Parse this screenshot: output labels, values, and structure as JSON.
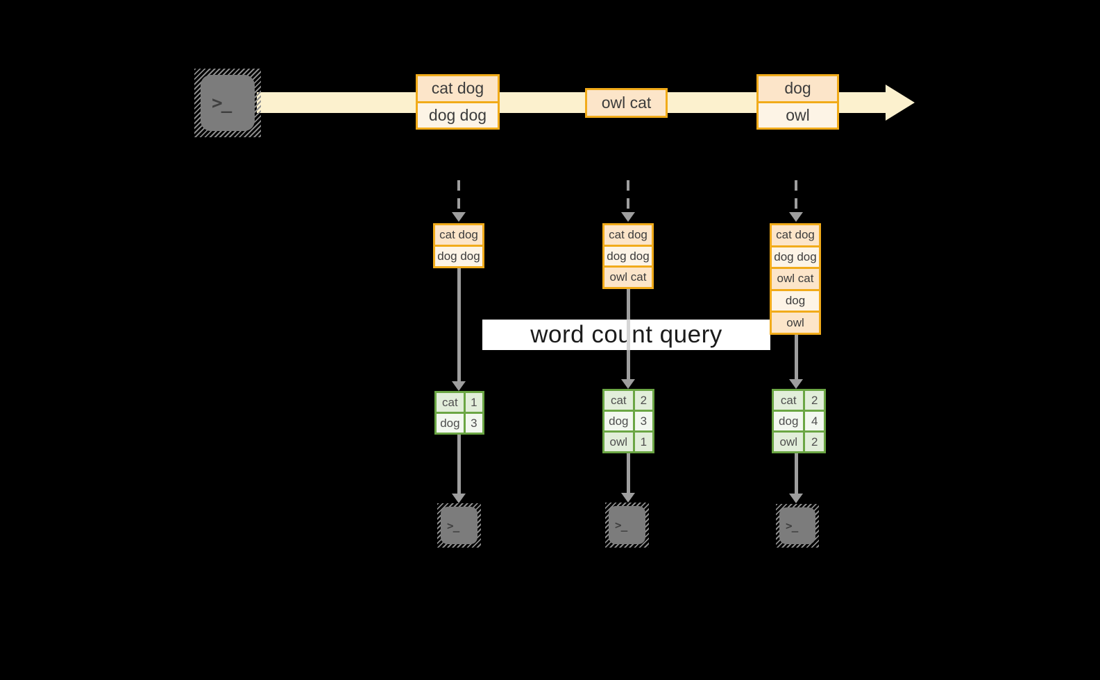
{
  "diagram": {
    "query_label": "word count query",
    "icons": {
      "terminal_prompt": ">_"
    },
    "colors": {
      "background": "#000000",
      "stream_fill": "#FCF1CE",
      "amber_border": "#F1AB1A",
      "peach_fill": "#FCE5C9",
      "cream_fill": "#FDF4E6",
      "green_border": "#6BA644",
      "green_fill": "#E2EEDA",
      "green_fill_light": "#F3F8F0",
      "arrow_gray": "#9E9E9E",
      "terminal_gray": "#7C7C7C",
      "query_band": "#FFFFFF"
    },
    "stream_events": [
      {
        "rows": [
          "cat dog",
          "dog dog"
        ]
      },
      {
        "rows": [
          "owl cat"
        ]
      },
      {
        "rows": [
          "dog",
          "owl"
        ]
      }
    ],
    "columns": [
      {
        "buffer": [
          "cat dog",
          "dog dog"
        ],
        "counts": [
          [
            "cat",
            "1"
          ],
          [
            "dog",
            "3"
          ]
        ]
      },
      {
        "buffer": [
          "cat dog",
          "dog dog",
          "owl cat"
        ],
        "counts": [
          [
            "cat",
            "2"
          ],
          [
            "dog",
            "3"
          ],
          [
            "owl",
            "1"
          ]
        ]
      },
      {
        "buffer": [
          "cat dog",
          "dog dog",
          "owl cat",
          "dog",
          "owl"
        ],
        "counts": [
          [
            "cat",
            "2"
          ],
          [
            "dog",
            "4"
          ],
          [
            "owl",
            "2"
          ]
        ]
      }
    ]
  }
}
